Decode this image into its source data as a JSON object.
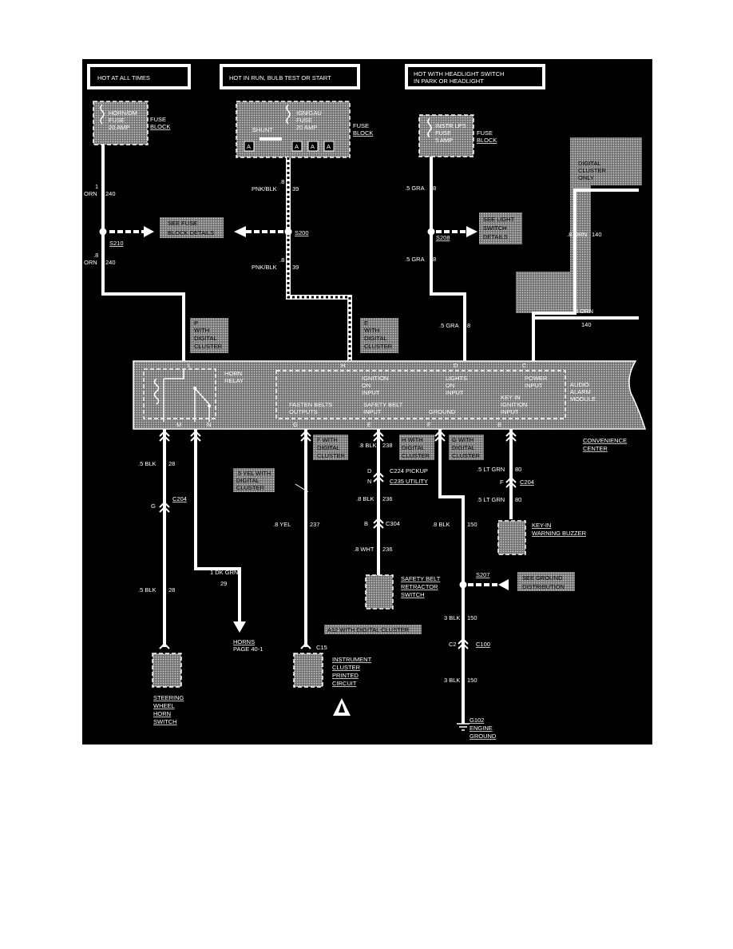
{
  "headers": {
    "hot_at_all_times": "HOT AT ALL TIMES",
    "hot_in_run": "HOT IN RUN, BULB TEST OR START",
    "hot_headlight_1": "HOT WITH HEADLIGHT SWITCH",
    "hot_headlight_2": "IN PARK OR HEADLIGHT"
  },
  "fuses": {
    "horn": {
      "l1": "HORN/DM",
      "l2": "FUSE",
      "l3": "20 AMP",
      "block1": "FUSE",
      "block2": "BLOCK"
    },
    "ign": {
      "l1": "IGN/GAU",
      "l2": "FUSE",
      "l3": "20 AMP",
      "shunt": "SHUNT",
      "pin": "A",
      "block1": "FUSE",
      "block2": "BLOCK"
    },
    "instr": {
      "l1": "INSTR LPS",
      "l2": "FUSE",
      "l3": "5 AMP",
      "block1": "FUSE",
      "block2": "BLOCK"
    }
  },
  "wires": {
    "w1_top_a": "1",
    "w1_top_b": "ORN",
    "w1_top_c": "240",
    "w1_bot_a": ".8",
    "w1_bot_b": "ORN",
    "w1_bot_c": "240",
    "w2_top_a": ".8",
    "w2_top_b": "PNK/BLK",
    "w2_top_c": "39",
    "w2_bot_a": ".8",
    "w2_bot_b": "PNK/BLK",
    "w2_bot_c": "39",
    "w3_top_a": ".5 GRA",
    "w3_top_b": "8",
    "w3_bot_a": ".5 GRA",
    "w3_bot_b": "8",
    "w3_low_a": ".5 GRA",
    "w3_low_b": "8",
    "w4_a": ".8 ORN",
    "w4_b": "140",
    "w4_right_a": ".8 ORN",
    "w4_right_b": "140",
    "m_wire_a": ".5 BLK",
    "m_wire_b": "28",
    "m_low_a": ".5 BLK",
    "m_low_b": "28",
    "n_wire_a": "1 DK GRN",
    "n_wire_b": "29",
    "g_wire_a": ".5 YEL WITH",
    "g_wire_b": "DIGITAL",
    "g_wire_c": "CLUSTER",
    "g_low_a": ".8 YEL",
    "g_low_b": "237",
    "e_top_a": ".8 BLK",
    "e_top_b": "238",
    "e_mid_a": ".8 BLK",
    "e_mid_b": "236",
    "e_low_a": ".8 WHT",
    "e_low_b": "236",
    "f_mid_a": ".8 BLK",
    "f_mid_b": "150",
    "f_low_a": "3 BLK",
    "f_low_b": "150",
    "f_bot_a": "3 BLK",
    "f_bot_b": "150",
    "b_top_a": ".5 LT GRN",
    "b_top_b": "80",
    "b_low_a": ".5 LT GRN",
    "b_low_b": "80"
  },
  "splices": {
    "s210": "S210",
    "s200": "S200",
    "s208": "S208",
    "s207": "S207"
  },
  "refs": {
    "see_fuse_1": "SEE FUSE",
    "see_fuse_2": "BLOCK DETAILS",
    "see_light_1": "SEE LIGHT",
    "see_light_2": "SWITCH",
    "see_light_3": "DETAILS",
    "see_ground_1": "SEE GROUND",
    "see_ground_2": "DISTRIBUTION"
  },
  "notes": {
    "digital_only_1": "DIGITAL",
    "digital_only_2": "CLUSTER",
    "digital_only_3": "ONLY",
    "p_with_1": "P",
    "p_with_2": "WITH",
    "p_with_3": "DIGITAL",
    "p_with_4": "CLUSTER",
    "e_with_1": "E",
    "e_with_2": "WITH",
    "e_with_3": "DIGITAL",
    "e_with_4": "CLUSTER",
    "f_with_1": "F WITH",
    "f_with_2": "DIGITAL",
    "f_with_3": "CLUSTER",
    "h_with_1": "H  WITH",
    "h_with_2": "DIGITAL",
    "h_with_3": "CLUSTER",
    "g_with_1": "G WITH",
    "g_with_2": "DIGITAL",
    "g_with_3": "CLUSTER",
    "a12": "A12 WITH DIGITAL CLUSTER"
  },
  "module": {
    "horn_relay_1": "HORN",
    "horn_relay_2": "RELAY",
    "ign_1": "IGNITION",
    "ign_2": "ON",
    "ign_3": "INPUT",
    "lights_1": "LIGHTS",
    "lights_2": "ON",
    "lights_3": "INPUT",
    "power_1": "POWER",
    "power_2": "INPUT",
    "audio_1": "AUDIO",
    "audio_2": "ALARM",
    "audio_3": "MODULE",
    "fasten_1": "FASTEN BELTS",
    "fasten_2": "OUTPUTS",
    "safety_1": "SAFETY BELT",
    "safety_2": "INPUT",
    "ground": "GROUND",
    "keyin_1": "KEY IN",
    "keyin_2": "IGNITION",
    "keyin_3": "INPUT",
    "conv_1": "CONVENIENCE",
    "conv_2": "CENTER",
    "pins": {
      "L": "L",
      "H": "H",
      "D": "D",
      "C": "C",
      "M": "M",
      "N": "N",
      "G": "G",
      "E": "E",
      "F": "F",
      "B": "B"
    }
  },
  "connectors": {
    "c204_left": "C204",
    "c204_left_pin": "G",
    "c224_pin": "D",
    "c224": "C224 PICKUP",
    "c235_pin": "N",
    "c235": "C235 UTILITY",
    "c304_pin": "B",
    "c304": "C304",
    "c204_right_pin": "F",
    "c204_right": "C204",
    "c15": "C15",
    "c100_pin": "C2",
    "c100": "C100"
  },
  "components": {
    "steering_1": "STEERING",
    "steering_2": "WHEEL",
    "steering_3": "HORN",
    "steering_4": "SWITCH",
    "horns_1": "HORNS",
    "horns_2": "PAGE 40-1",
    "instr_1": "INSTRUMENT",
    "instr_2": "CLUSTER",
    "instr_3": "PRINTED",
    "instr_4": "CIRCUIT",
    "belt_1": "SAFETY BELT",
    "belt_2": "RETRACTOR",
    "belt_3": "SWITCH",
    "buzzer_1": "KEY-IN",
    "buzzer_2": "WARNING BUZZER",
    "ground_1": "G102",
    "ground_2": "ENGINE",
    "ground_3": "GROUND"
  }
}
